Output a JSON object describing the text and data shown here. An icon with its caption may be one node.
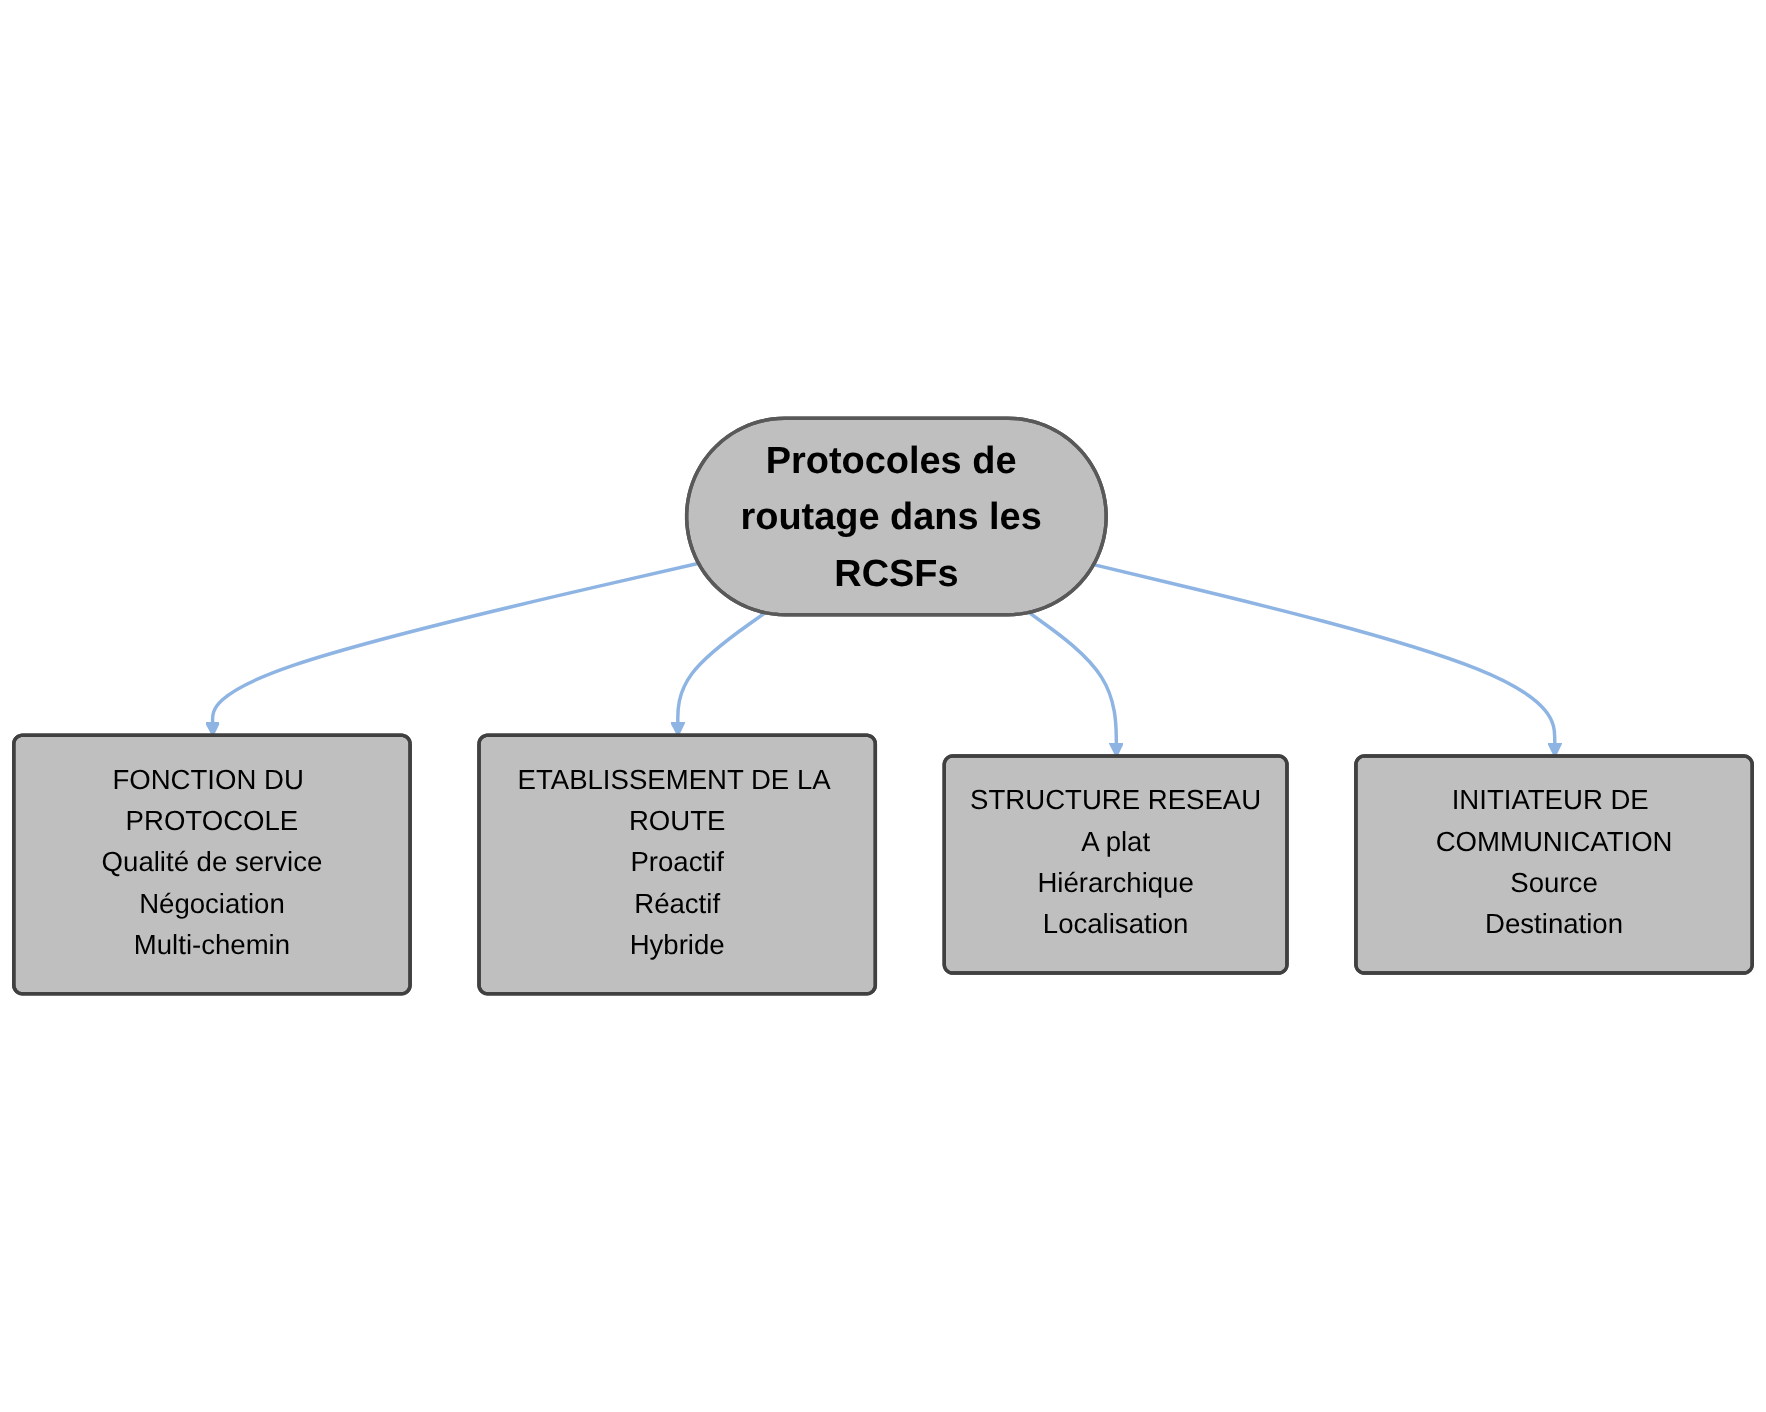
{
  "diagram": {
    "nodes": [
      {
        "text": [
          "FONCTION DU PROTOCOLE",
          "Qualité de service",
          "Négociation",
          "Multi-chemin"
        ]
      },
      {
        "text": [
          "ETABLISSEMENT DE LA ROUTE",
          "Proactif",
          "Réactif",
          "Hybride"
        ]
      },
      {
        "text": [
          "Protocoles de routage dans les RCSFs"
        ]
      },
      {
        "text": [
          "STRUCTURE RESEAU",
          "A plat",
          "Hiérarchique",
          "Localisation"
        ]
      },
      {
        "text": [
          "INITIATEUR DE COMMUNICATION",
          "Source",
          "Destination"
        ]
      }
    ],
    "edges": [
      {
        "from": 2,
        "to": 0,
        "arrow": "to"
      },
      {
        "from": 2,
        "to": 1,
        "arrow": "to"
      },
      {
        "from": 2,
        "to": 3,
        "arrow": "to"
      },
      {
        "from": 2,
        "to": 4,
        "arrow": "to"
      }
    ]
  }
}
